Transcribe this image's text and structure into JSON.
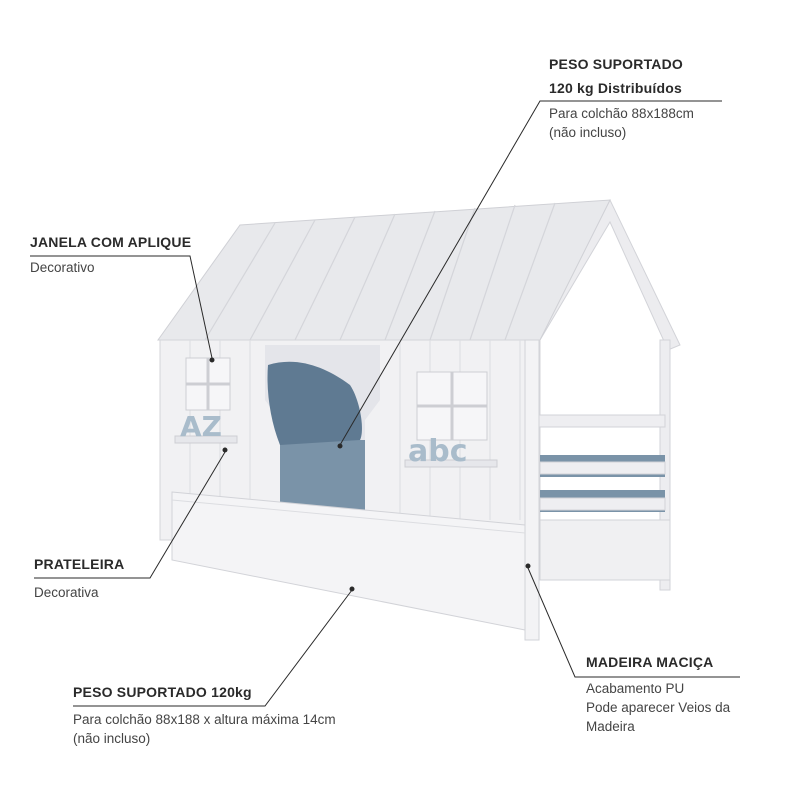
{
  "callouts": {
    "peso_cama": {
      "title": "PESO SUPORTADO",
      "subtitle": "120 kg Distribuídos",
      "lines": [
        "Para colchão 88x188cm",
        "(não incluso)"
      ]
    },
    "janela": {
      "title": "JANELA COM APLIQUE",
      "lines": [
        "Decorativo"
      ]
    },
    "prateleira": {
      "title": "PRATELEIRA",
      "lines": [
        "Decorativa"
      ]
    },
    "madeira": {
      "title": "MADEIRA MACIÇA",
      "lines": [
        "Acabamento PU",
        "Pode aparecer Veios da",
        "Madeira"
      ]
    },
    "peso_gaveta": {
      "title": "PESO SUPORTADO 120kg",
      "lines": [
        "Para colchão 88x188 x altura máxima 14cm",
        "(não incluso)"
      ]
    }
  },
  "decor": {
    "left_letters": "AZ",
    "right_letters": "abc"
  },
  "colors": {
    "bed": "#f2f2f4",
    "bed_shade": "#dcdde2",
    "mattress": "#7a93a8",
    "blanket": "#5f7a92",
    "letters": "#a9bccb",
    "lines": "#2a2a2a"
  }
}
